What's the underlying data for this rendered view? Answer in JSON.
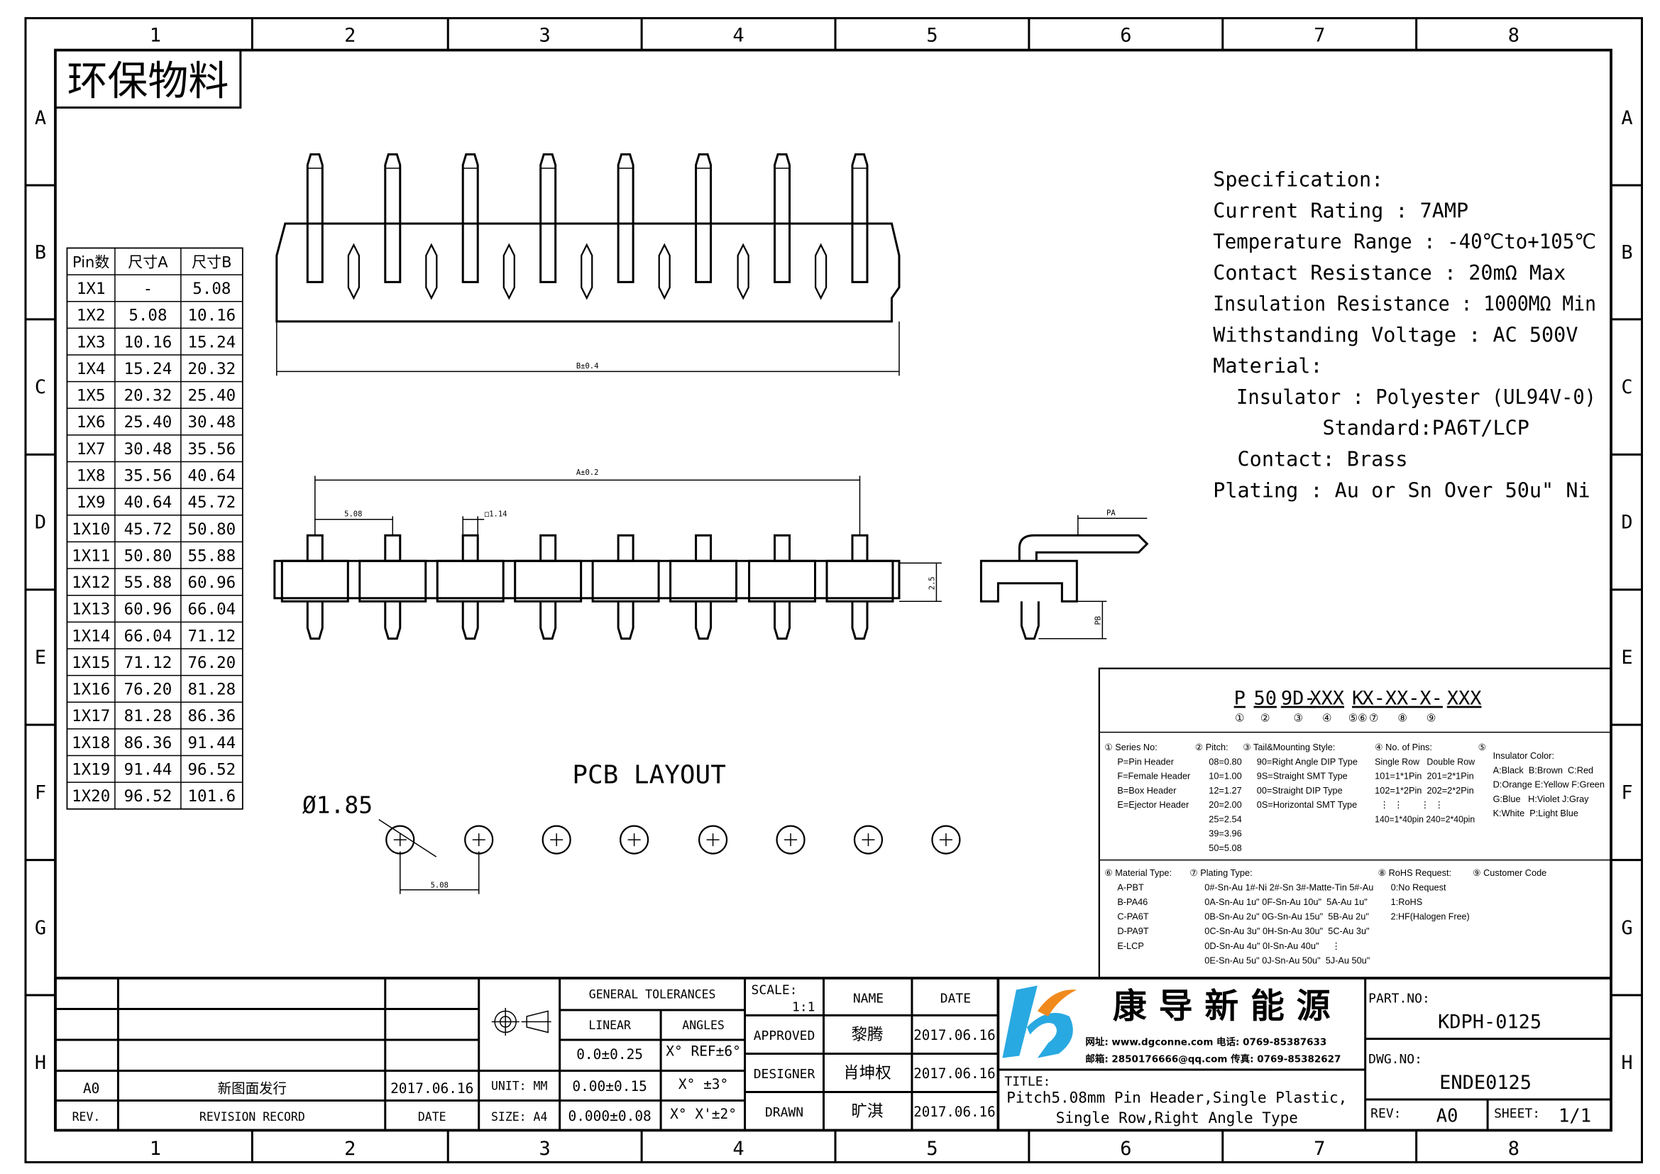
{
  "frame": {
    "cols": [
      "1",
      "2",
      "3",
      "4",
      "5",
      "6",
      "7",
      "8"
    ],
    "rows": [
      "A",
      "B",
      "C",
      "D",
      "E",
      "F",
      "G",
      "H"
    ]
  },
  "eco_label": "环保物料",
  "pin_table": {
    "headers": [
      "Pin数",
      "尺寸A",
      "尺寸B"
    ],
    "rows": [
      [
        "1X1",
        "-",
        "5.08"
      ],
      [
        "1X2",
        "5.08",
        "10.16"
      ],
      [
        "1X3",
        "10.16",
        "15.24"
      ],
      [
        "1X4",
        "15.24",
        "20.32"
      ],
      [
        "1X5",
        "20.32",
        "25.40"
      ],
      [
        "1X6",
        "25.40",
        "30.48"
      ],
      [
        "1X7",
        "30.48",
        "35.56"
      ],
      [
        "1X8",
        "35.56",
        "40.64"
      ],
      [
        "1X9",
        "40.64",
        "45.72"
      ],
      [
        "1X10",
        "45.72",
        "50.80"
      ],
      [
        "1X11",
        "50.80",
        "55.88"
      ],
      [
        "1X12",
        "55.88",
        "60.96"
      ],
      [
        "1X13",
        "60.96",
        "66.04"
      ],
      [
        "1X14",
        "66.04",
        "71.12"
      ],
      [
        "1X15",
        "71.12",
        "76.20"
      ],
      [
        "1X16",
        "76.20",
        "81.28"
      ],
      [
        "1X17",
        "81.28",
        "86.36"
      ],
      [
        "1X18",
        "86.36",
        "91.44"
      ],
      [
        "1X19",
        "91.44",
        "96.52"
      ],
      [
        "1X20",
        "96.52",
        "101.6"
      ]
    ]
  },
  "spec": [
    "Specification:",
    "Current Rating : 7AMP",
    "Temperature Range : -40℃to+105℃",
    "Contact Resistance : 20mΩ Max",
    "Insulation Resistance : 1000MΩ Min",
    "Withstanding Voltage : AC 500V",
    "Material:",
    "  Insulator : Polyester (UL94V-0)",
    "         Standard:PA6T/LCP",
    "  Contact: Brass",
    "Plating : Au or Sn Over 50u\" Ni"
  ],
  "dims": {
    "b": "B±0.4",
    "a": "A±0.2",
    "pitch": "5.08",
    "pin_size": "□1.14",
    "height": "2.5",
    "pa": "PA",
    "pb": "PB",
    "pcb_pitch": "5.08",
    "hole": "Ø1.85"
  },
  "pcb_label": "PCB LAYOUT",
  "code": {
    "parts": [
      "P",
      "50",
      "9D-",
      "XXX",
      "K",
      "X-",
      "XX-",
      "X-",
      "XXX"
    ],
    "nums": [
      "①",
      "②",
      "③",
      "④",
      "⑤⑥",
      "⑦",
      "⑧",
      "⑨"
    ]
  },
  "legend1": [
    [
      "① Series No:",
      "P=Pin Header",
      "F=Female Header",
      "B=Box Header",
      "E=Ejector Header"
    ],
    [
      "② Pitch:",
      "08=0.80",
      "10=1.00",
      "12=1.27",
      "20=2.00",
      "25=2.54",
      "39=3.96",
      "50=5.08"
    ],
    [
      "③ Tail&Mounting Style:",
      "90=Right Angle DIP Type",
      "9S=Straight SMT Type",
      "00=Straight DIP Type",
      "0S=Horizontal SMT Type"
    ],
    [
      "④ No. of Pins:",
      "Single Row   Double Row",
      "101=1*1Pin  201=2*1Pin",
      "102=1*2Pin  202=2*2Pin",
      "  ⋮  ⋮       ⋮  ⋮",
      "140=1*40pin 240=2*40pin"
    ],
    [
      "⑤",
      "Insulator Color:",
      "A:Black  B:Brown  C:Red",
      "D:Orange E:Yellow F:Green",
      "G:Blue   H:Violet J:Gray",
      "K:White  P:Light Blue"
    ]
  ],
  "legend2": [
    [
      "⑥ Material Type:",
      "A-PBT",
      "B-PA46",
      "C-PA6T",
      "D-PA9T",
      "E-LCP"
    ],
    [
      "⑦ Plating Type:",
      "0#-Sn-Au 1#-Ni 2#-Sn 3#-Matte-Tin 5#-Au",
      "0A-Sn-Au 1u\" 0F-Sn-Au 10u\"  5A-Au 1u\"",
      "0B-Sn-Au 2u\" 0G-Sn-Au 15u\"  5B-Au 2u\"",
      "0C-Sn-Au 3u\" 0H-Sn-Au 30u\"  5C-Au 3u\"",
      "0D-Sn-Au 4u\" 0I-Sn-Au 40u\"     ⋮",
      "0E-Sn-Au 5u\" 0J-Sn-Au 50u\"  5J-Au 50u\""
    ],
    [
      "⑧ RoHS Request:",
      "0:No Request",
      "1:RoHS",
      "2:HF(Halogen Free)"
    ],
    [
      "⑨ Customer Code"
    ]
  ],
  "revision": {
    "rev": "A0",
    "desc": "新图面发行",
    "date": "2017.06.16",
    "h_rev": "REV.",
    "h_desc": "REVISION RECORD",
    "h_date": "DATE"
  },
  "tol": {
    "title": "GENERAL TOLERANCES",
    "linear": "LINEAR",
    "angles": "ANGLES",
    "l": [
      "0.0±0.25",
      "0.00±0.15",
      "0.000±0.08"
    ],
    "a": [
      "X° REF±6°",
      "X° ±3°",
      "X° X'±2°"
    ],
    "unit": "UNIT: MM",
    "size": "SIZE: A4"
  },
  "sign": {
    "scale_label": "SCALE:",
    "scale": "1:1",
    "name": "NAME",
    "date": "DATE",
    "rows": [
      [
        "APPROVED",
        "黎腾",
        "2017.06.16"
      ],
      [
        "DESIGNER",
        "肖坤权",
        "2017.06.16"
      ],
      [
        "DRAWN",
        "旷淇",
        "2017.06.16"
      ]
    ]
  },
  "company": {
    "name": "康 导 新 能 源",
    "line1": "网址: www.dgconne.com  电话: 0769-85387633",
    "line2": "邮箱: 2850176666@qq.com 传真: 0769-85382627",
    "logo_colors": [
      "#29a9e1",
      "#f08a1d"
    ]
  },
  "title": {
    "label": "TITLE:",
    "l1": "Pitch5.08mm Pin Header,Single Plastic,",
    "l2": "Single Row,Right Angle Type"
  },
  "part": {
    "label": "PART.NO:",
    "value": "KDPH-0125",
    "dwg_label": "DWG.NO:",
    "dwg": "ENDE0125",
    "rev_label": "REV:",
    "rev": "A0",
    "sheet_label": "SHEET:",
    "sheet": "1/1"
  }
}
